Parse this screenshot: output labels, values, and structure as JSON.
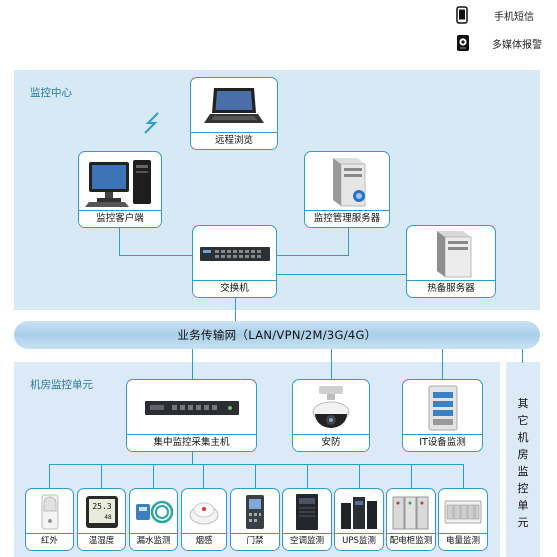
{
  "legend": {
    "sms_label": "手机短信",
    "alarm_label": "多媒体报警"
  },
  "zones": {
    "monitoring_center": "监控中心",
    "machine_room_unit": "机房监控单元",
    "other_rooms_chars": [
      "其",
      "它",
      "机",
      "房",
      "监",
      "控",
      "单",
      "元"
    ]
  },
  "nodes": {
    "remote_browse": "远程浏览",
    "monitor_client": "监控客户端",
    "monitor_server": "监控管理服务器",
    "switch": "交换机",
    "standby_server": "热备服务器",
    "collector_host": "集中监控采集主机",
    "security": "安防",
    "it_monitor": "IT设备监测"
  },
  "network": {
    "bus_label": "业务传输网（LAN/VPN/2M/3G/4G）"
  },
  "sensors": [
    "红外",
    "温湿度",
    "漏水监测",
    "烟感",
    "门禁",
    "空调监测",
    "UPS监测",
    "配电柜监测",
    "电量监测"
  ],
  "sensor_readouts": {
    "temperature": "25.3",
    "humidity": "48"
  },
  "colors": {
    "line": "#2d9cd0",
    "zone_fill": "#d6e9f5",
    "bus_fill": "#a9cfea"
  }
}
